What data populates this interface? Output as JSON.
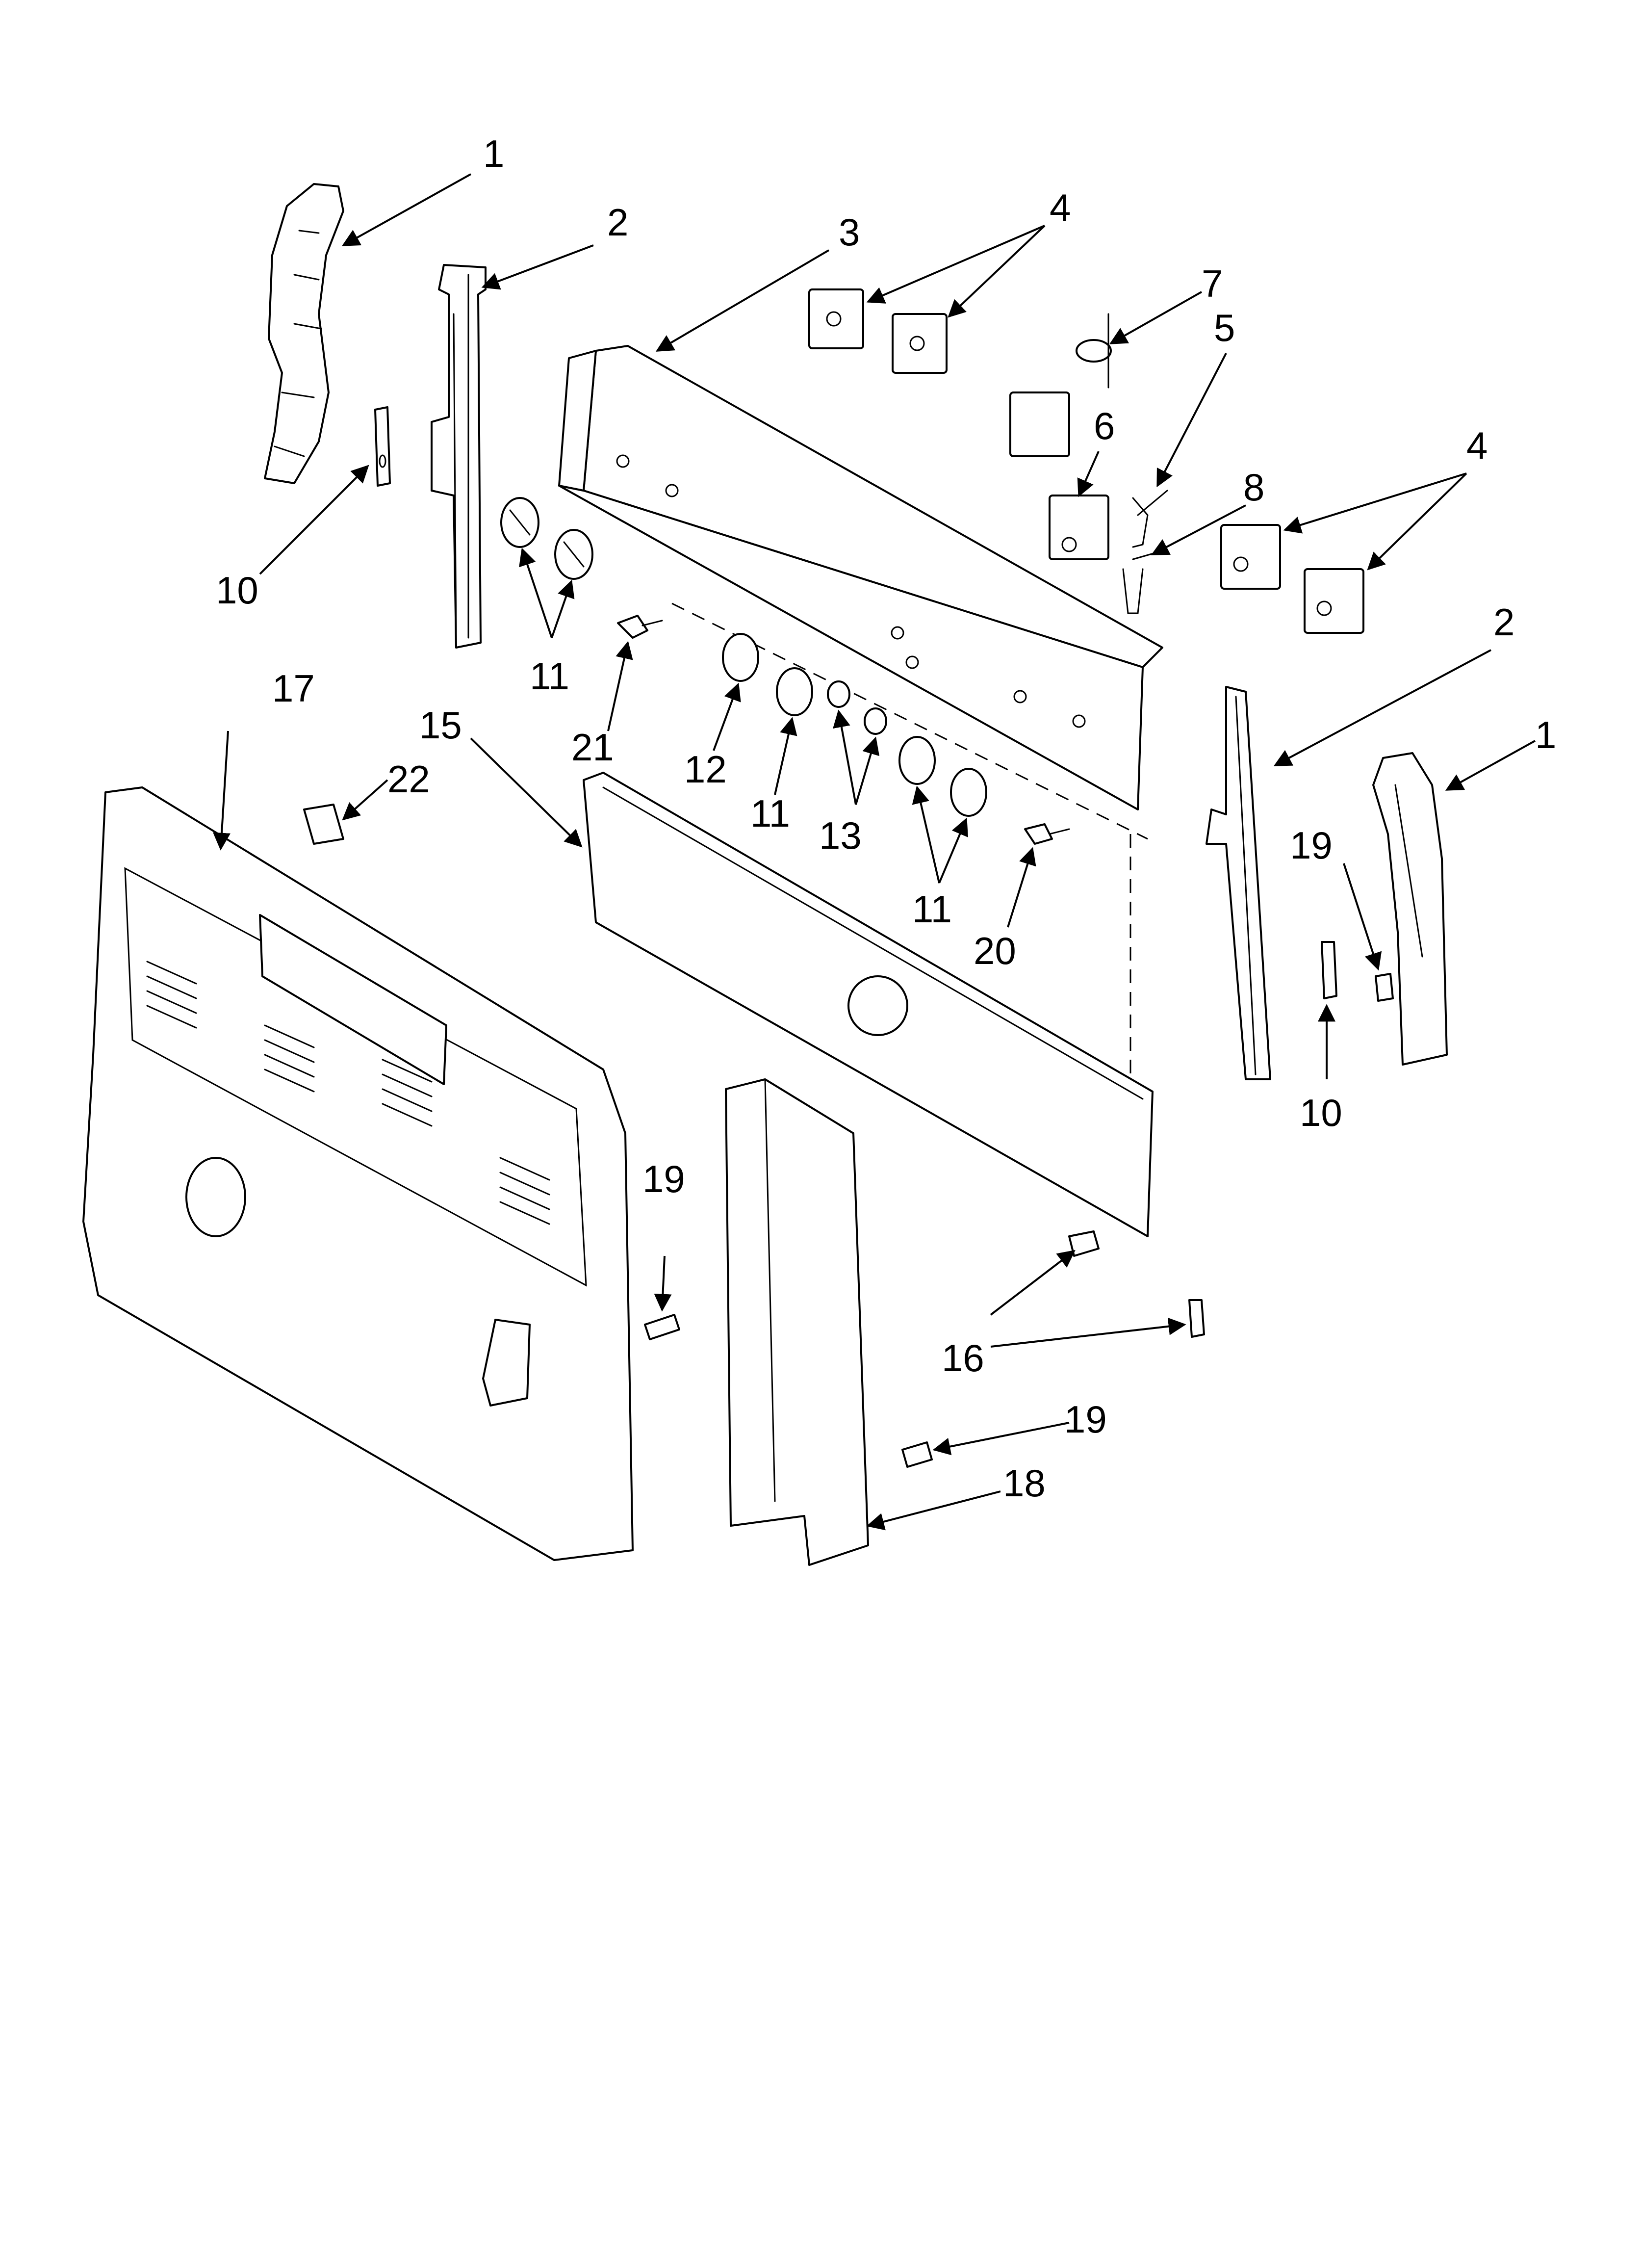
{
  "diagram": {
    "callouts": [
      {
        "id": "1",
        "label": "1"
      },
      {
        "id": "2",
        "label": "2"
      },
      {
        "id": "3",
        "label": "3"
      },
      {
        "id": "4",
        "label": "4"
      },
      {
        "id": "7",
        "label": "7"
      },
      {
        "id": "5",
        "label": "5"
      },
      {
        "id": "6",
        "label": "6"
      },
      {
        "id": "8",
        "label": "8"
      },
      {
        "id": "4b",
        "label": "4"
      },
      {
        "id": "10",
        "label": "10"
      },
      {
        "id": "11a",
        "label": "11"
      },
      {
        "id": "2b",
        "label": "2"
      },
      {
        "id": "1b",
        "label": "1"
      },
      {
        "id": "17",
        "label": "17"
      },
      {
        "id": "15",
        "label": "15"
      },
      {
        "id": "22",
        "label": "22"
      },
      {
        "id": "21",
        "label": "21"
      },
      {
        "id": "12",
        "label": "12"
      },
      {
        "id": "11b",
        "label": "11"
      },
      {
        "id": "13",
        "label": "13"
      },
      {
        "id": "11c",
        "label": "11"
      },
      {
        "id": "20",
        "label": "20"
      },
      {
        "id": "19a",
        "label": "19"
      },
      {
        "id": "10b",
        "label": "10"
      },
      {
        "id": "19b",
        "label": "19"
      },
      {
        "id": "16",
        "label": "16"
      },
      {
        "id": "19c",
        "label": "19"
      },
      {
        "id": "18",
        "label": "18"
      }
    ]
  }
}
